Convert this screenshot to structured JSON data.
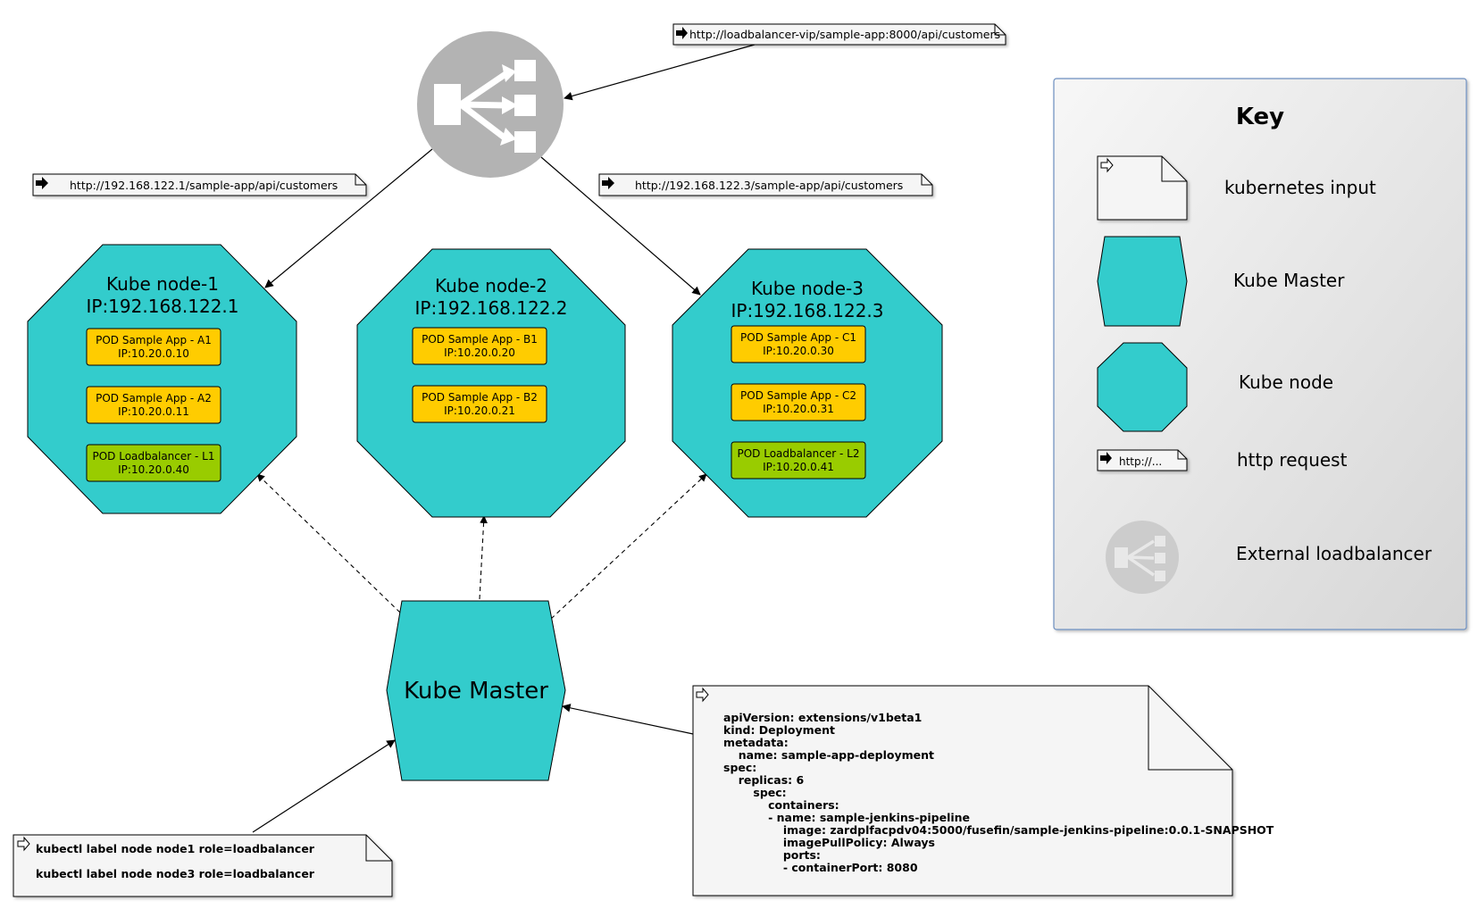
{
  "colors": {
    "node_fill": "#33cccc",
    "pod_app_fill": "#ffcc00",
    "pod_lb_fill": "#99cc00",
    "lb_circle": "#b3b3b3",
    "note_fill": "#f5f5f5",
    "key_panel_fill": "#e6e6e6",
    "key_panel_border": "#6c8ebf"
  },
  "icons": {
    "loadbalancer": "loadbalancer-icon",
    "input_arrow": "white-arrow-icon",
    "request_arrow": "black-arrow-icon"
  },
  "http_notes": {
    "vip": "http://loadbalancer-vip/sample-app:8000/api/customers",
    "node1": "http://192.168.122.1/sample-app/api/customers",
    "node3": "http://192.168.122.3/sample-app/api/customers"
  },
  "nodes": [
    {
      "name": "Kube node-1",
      "ip": "IP:192.168.122.1",
      "pods": [
        {
          "label": "POD Sample App - A1",
          "ip": "IP:10.20.0.10",
          "kind": "app"
        },
        {
          "label": "POD Sample App - A2",
          "ip": "IP:10.20.0.11",
          "kind": "app"
        },
        {
          "label": "POD Loadbalancer - L1",
          "ip": "IP:10.20.0.40",
          "kind": "lb"
        }
      ]
    },
    {
      "name": "Kube node-2",
      "ip": "IP:192.168.122.2",
      "pods": [
        {
          "label": "POD Sample App - B1",
          "ip": "IP:10.20.0.20",
          "kind": "app"
        },
        {
          "label": "POD Sample App - B2",
          "ip": "IP:10.20.0.21",
          "kind": "app"
        }
      ]
    },
    {
      "name": "Kube node-3",
      "ip": "IP:192.168.122.3",
      "pods": [
        {
          "label": "POD Sample App - C1",
          "ip": "IP:10.20.0.30",
          "kind": "app"
        },
        {
          "label": "POD Sample App - C2",
          "ip": "IP:10.20.0.31",
          "kind": "app"
        },
        {
          "label": "POD Loadbalancer - L2",
          "ip": "IP:10.20.0.41",
          "kind": "lb"
        }
      ]
    }
  ],
  "master": {
    "label": "Kube Master"
  },
  "kubectl_note": {
    "line1": "kubectl label node node1 role=loadbalancer",
    "line2": "kubectl label node node3 role=loadbalancer"
  },
  "yaml_note": {
    "lines": [
      "apiVersion: extensions/v1beta1",
      "kind: Deployment",
      "metadata:",
      "  name: sample-app-deployment",
      "spec:",
      "  replicas: 6",
      "    spec:",
      "      containers:",
      "      - name: sample-jenkins-pipeline",
      "        image: zardplfacpdv04:5000/fusefin/sample-jenkins-pipeline:0.0.1-SNAPSHOT",
      "        imagePullPolicy: Always",
      "        ports:",
      "        - containerPort: 8080"
    ]
  },
  "key": {
    "title": "Key",
    "items": {
      "input": "kubernetes input",
      "master": "Kube Master",
      "node": "Kube node",
      "request": "http request",
      "request_sample": "http://...",
      "lb": "External loadbalancer"
    }
  }
}
